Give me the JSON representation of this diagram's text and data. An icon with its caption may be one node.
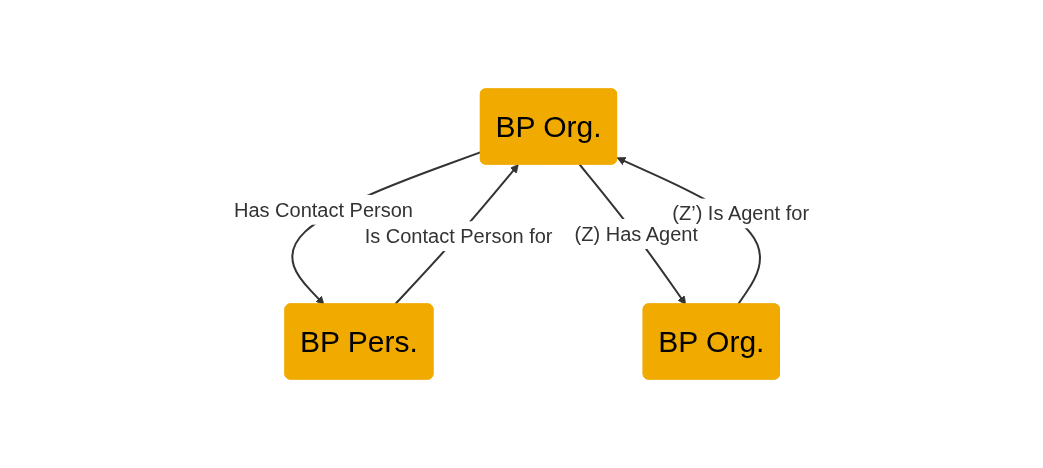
{
  "diagram": {
    "nodes": [
      {
        "text": [
          "BP Org."
        ]
      },
      {
        "text": [
          "BP Pers."
        ]
      },
      {
        "text": [
          "BP Org."
        ]
      }
    ],
    "edges": [
      {
        "from": 0,
        "to": 1,
        "arrow": "to",
        "label": "Has Contact Person"
      },
      {
        "from": 1,
        "to": 0,
        "arrow": "to",
        "label": "Is Contact Person for"
      },
      {
        "from": 0,
        "to": 2,
        "arrow": "to",
        "label": "(Z) Has Agent"
      },
      {
        "from": 2,
        "to": 0,
        "arrow": "to",
        "label": "(Z’) Is Agent for"
      }
    ]
  }
}
